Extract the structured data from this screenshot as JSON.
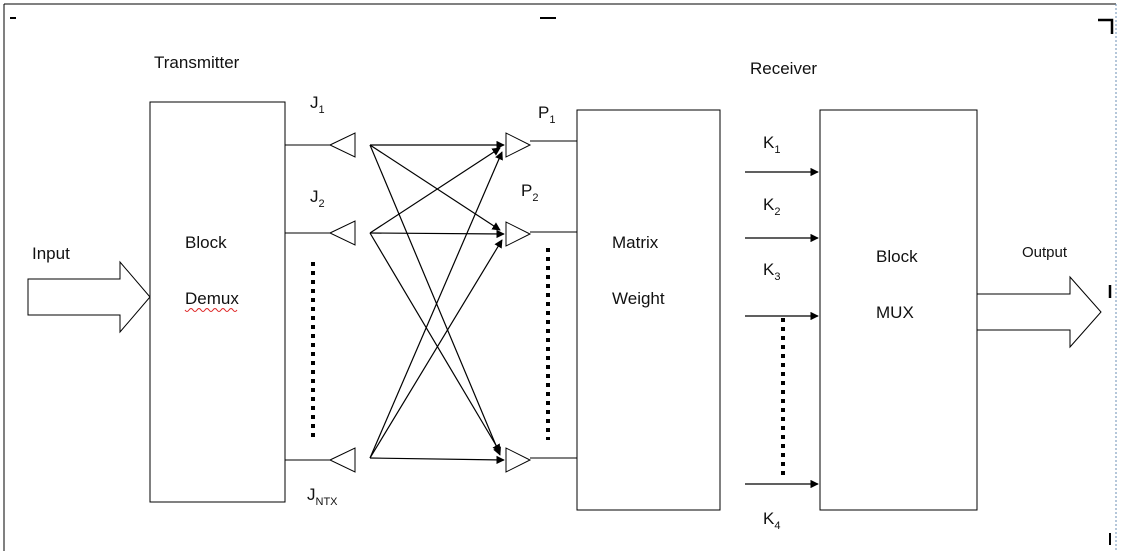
{
  "headings": {
    "transmitter": "Transmitter",
    "receiver": "Receiver"
  },
  "io": {
    "input": "Input",
    "output": "Output"
  },
  "blocks": {
    "demux": {
      "line1": "Block",
      "line2": "Demux"
    },
    "matrix": {
      "line1": "Matrix",
      "line2": "Weight"
    },
    "mux": {
      "line1": "Block",
      "line2": "MUX"
    }
  },
  "tx_antennas": [
    {
      "main": "J",
      "sub": "1"
    },
    {
      "main": "J",
      "sub": "2"
    },
    {
      "main": "J",
      "sub": "NTX"
    }
  ],
  "rx_antennas": [
    {
      "main": "P",
      "sub": "1"
    },
    {
      "main": "P",
      "sub": "2"
    }
  ],
  "streams": [
    {
      "main": "K",
      "sub": "1"
    },
    {
      "main": "K",
      "sub": "2"
    },
    {
      "main": "K",
      "sub": "3"
    },
    {
      "main": "K",
      "sub": "4"
    }
  ]
}
